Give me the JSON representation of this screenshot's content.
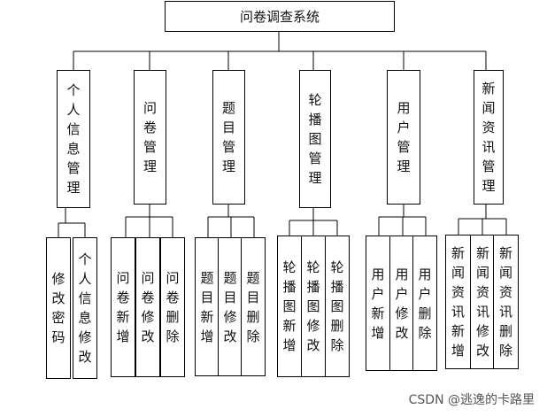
{
  "root": {
    "label": "问卷调查系统"
  },
  "modules": [
    {
      "label": "个人信息管理",
      "children": [
        "修改密码",
        "个人信息修改"
      ]
    },
    {
      "label": "问卷管理",
      "children": [
        "问卷新增",
        "问卷修改",
        "问卷删除"
      ]
    },
    {
      "label": "题目管理",
      "children": [
        "题目新增",
        "题目修改",
        "题目删除"
      ]
    },
    {
      "label": "轮播图管理",
      "children": [
        "轮播图新增",
        "轮播图修改",
        "轮播图删除"
      ]
    },
    {
      "label": "用户管理",
      "children": [
        "用户新增",
        "用户修改",
        "用户删除"
      ]
    },
    {
      "label": "新闻资讯管理",
      "children": [
        "新闻资讯新增",
        "新闻资讯修改",
        "新闻资讯删除"
      ]
    }
  ],
  "watermark": "CSDN @逃逸的卡路里"
}
